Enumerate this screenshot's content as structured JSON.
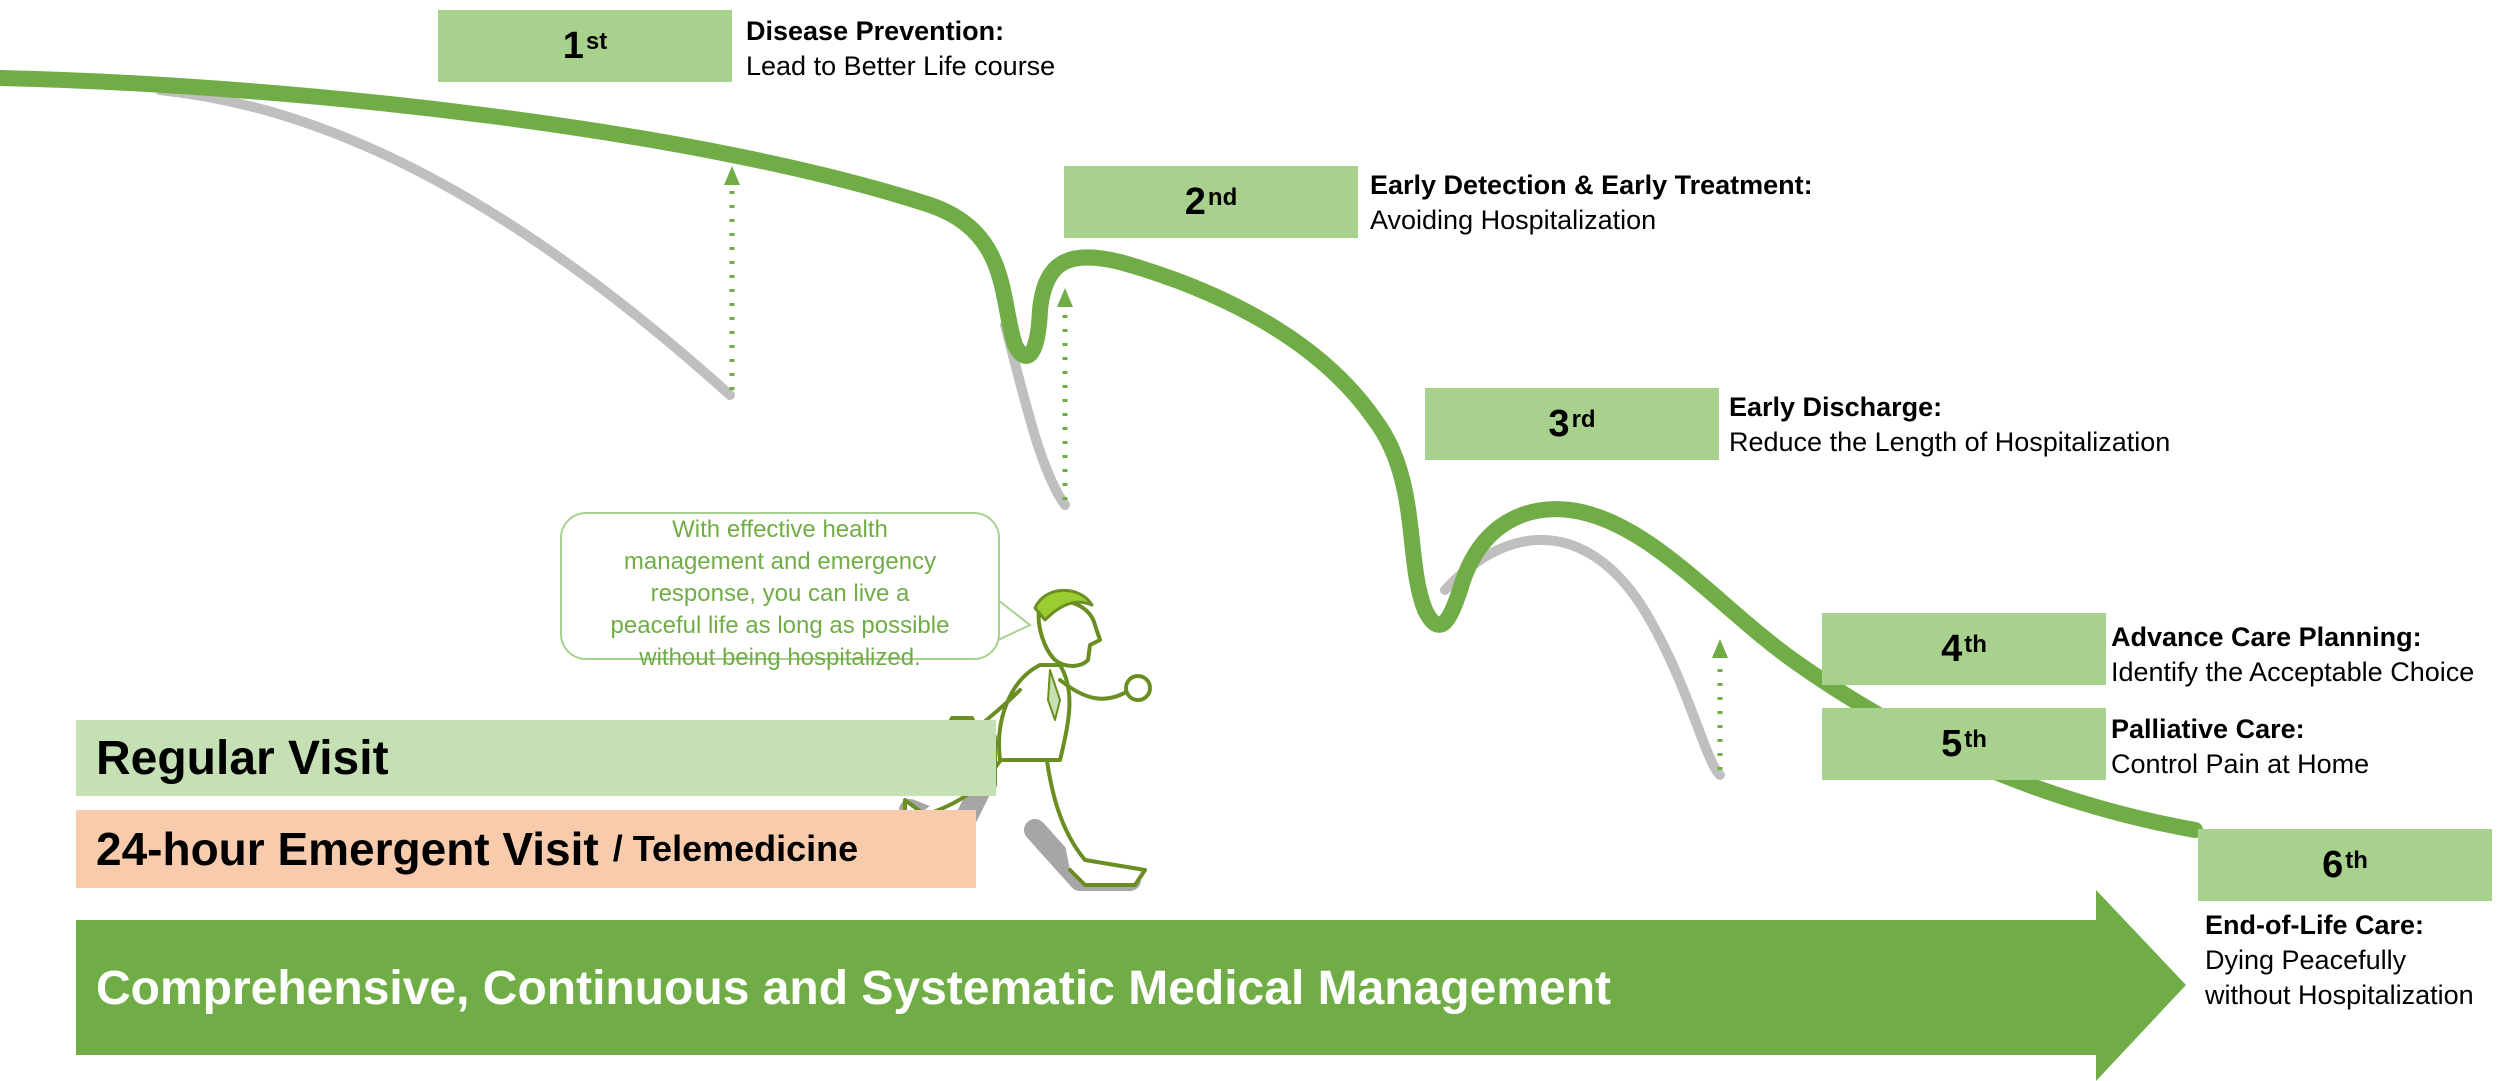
{
  "colors": {
    "green": "#70ad47",
    "light_green": "#a9d18e",
    "pale_green": "#c5e0b4",
    "peach": "#f8cbad",
    "gray": "#bfbfbf"
  },
  "stages": [
    {
      "num": "1",
      "ord": "st",
      "heading": "Disease Prevention:",
      "body": "Lead to Better Life course"
    },
    {
      "num": "2",
      "ord": "nd",
      "heading": "Early Detection & Early Treatment:",
      "body": "Avoiding Hospitalization"
    },
    {
      "num": "3",
      "ord": "rd",
      "heading": "Early Discharge:",
      "body": "Reduce the Length of Hospitalization"
    },
    {
      "num": "4",
      "ord": "th",
      "heading": "Advance Care Planning:",
      "body": "Identify the Acceptable Choice"
    },
    {
      "num": "5",
      "ord": "th",
      "heading": "Palliative Care:",
      "body": "Control Pain at Home"
    },
    {
      "num": "6",
      "ord": "th",
      "heading": "End-of-Life Care:",
      "body": "Dying Peacefully",
      "body2": "without Hospitalization"
    }
  ],
  "bubble": {
    "lines": [
      "With effective health",
      "management and emergency",
      "response, you can live a",
      "peaceful life as long as possible",
      "without being hospitalized."
    ]
  },
  "bars": {
    "regular": "Regular Visit",
    "emergent": "24-hour Emergent Visit",
    "emergent_sub": "/ Telemedicine"
  },
  "arrow": {
    "label": "Comprehensive, Continuous and Systematic Medical Management"
  },
  "figure": {
    "icon": "running-businessman-icon"
  }
}
